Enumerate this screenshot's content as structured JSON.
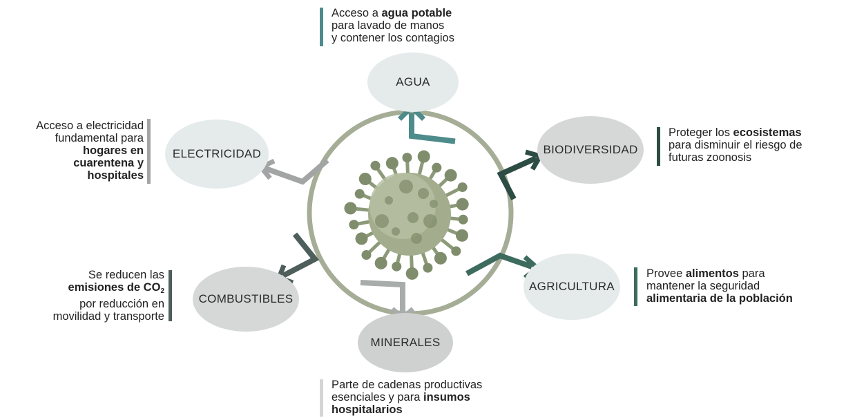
{
  "colors": {
    "agua": "#4e8b8b",
    "biodiversidad": "#2c4c44",
    "agricultura": "#3d6b5e",
    "minerales": "#a8acaa",
    "combustibles": "#4d5e5b",
    "electricidad": "#a3a5a4",
    "ring": "#a5ad96",
    "node_fill_light": "#e5ebeb",
    "node_fill_mid": "#d6d8d8",
    "node_fill_grey": "#cfd1d1"
  },
  "center": {
    "icon": "coronavirus-icon"
  },
  "nodes": {
    "agua": "AGUA",
    "biodiversidad": "BIODIVERSIDAD",
    "agricultura": "AGRICULTURA",
    "minerales": "MINERALES",
    "combustibles": "COMBUSTIBLES",
    "electricidad": "ELECTRICIDAD"
  },
  "descriptions": {
    "agua": {
      "l1a": "Acceso a ",
      "l1b": "agua potable",
      "l2": "para lavado de manos",
      "l3": "y contener los contagios"
    },
    "biodiversidad": {
      "l1a": "Proteger los ",
      "l1b": "ecosistemas",
      "l2": "para disminuir el riesgo de",
      "l3": "futuras zoonosis"
    },
    "agricultura": {
      "l1a": "Provee ",
      "l1b": "alimentos",
      "l1c": " para",
      "l2": "mantener la seguridad",
      "l3": "alimentaria de la población"
    },
    "minerales": {
      "l1": "Parte de cadenas productivas",
      "l2a": "esenciales y para ",
      "l2b": "insumos",
      "l3": "hospitalarios"
    },
    "combustibles": {
      "l1": "Se reducen las",
      "l2a": "emisiones de CO",
      "l2sub": "2",
      "l3": "por reducción en",
      "l4": "movilidad y transporte"
    },
    "electricidad": {
      "l1": "Acceso a electricidad",
      "l2": "fundamental para",
      "l3": "hogares en",
      "l4": "cuarentena y",
      "l5": "hospitales"
    }
  }
}
